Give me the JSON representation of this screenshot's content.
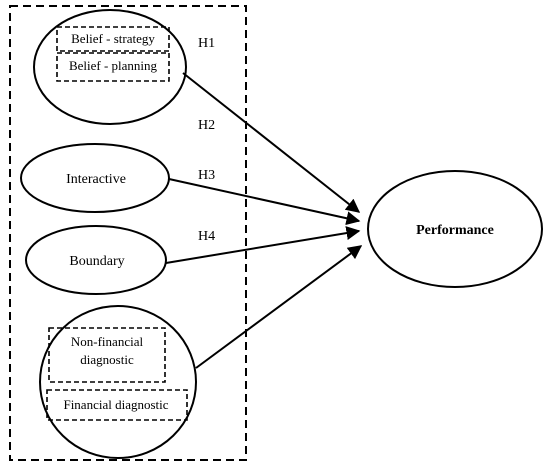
{
  "nodes": {
    "belief_strategy": "Belief - strategy",
    "belief_planning": "Belief - planning",
    "interactive": "Interactive",
    "boundary": "Boundary",
    "non_financial_line1": "Non-financial",
    "non_financial_line2": "diagnostic",
    "financial_diagnostic": "Financial diagnostic",
    "performance": "Performance"
  },
  "hypotheses": {
    "h1": "H1",
    "h2": "H2",
    "h3": "H3",
    "h4": "H4"
  }
}
